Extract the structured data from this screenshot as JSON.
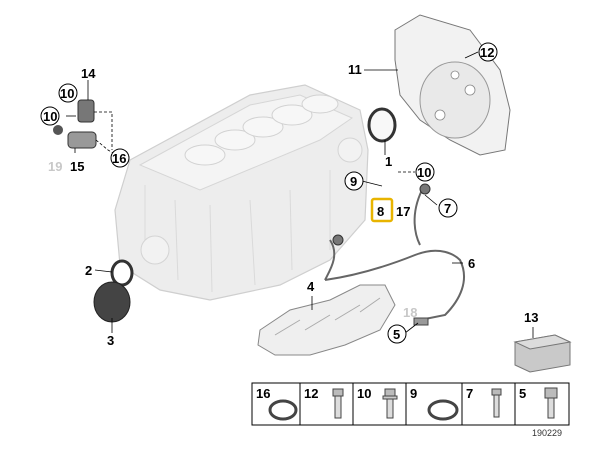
{
  "callouts": {
    "c1": "1",
    "c2": "2",
    "c3": "3",
    "c4": "4",
    "c5": "5",
    "c6": "6",
    "c7": "7",
    "c8": "8",
    "c9": "9",
    "c10a": "10",
    "c10b": "10",
    "c11": "11",
    "c12": "12",
    "c13": "13",
    "c14": "14",
    "c15": "15",
    "c16": "16",
    "c17": "17",
    "c18": "18",
    "c19": "19"
  },
  "legend": {
    "items": [
      {
        "label": "16",
        "icon": "o-ring-icon"
      },
      {
        "label": "12",
        "icon": "bolt-icon"
      },
      {
        "label": "10",
        "icon": "flanged-bolt-icon"
      },
      {
        "label": "9",
        "icon": "ring-icon"
      },
      {
        "label": "7",
        "icon": "screw-icon"
      },
      {
        "label": "5",
        "icon": "socket-cap-screw-icon"
      }
    ]
  },
  "reference_number": "190229",
  "colors": {
    "highlight": "#e8b400",
    "block_grey": "#e6e6e6",
    "line": "#000000"
  }
}
